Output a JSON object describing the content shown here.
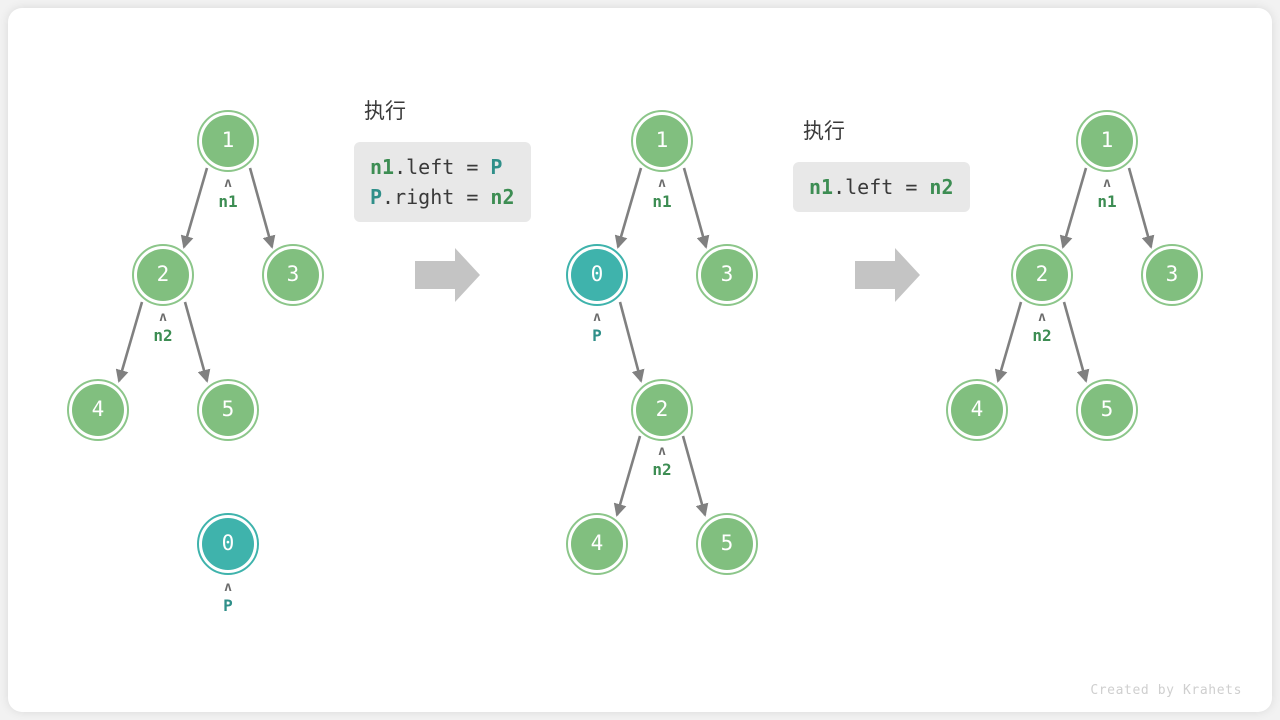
{
  "watermark": "Created by Krahets",
  "colors": {
    "node_green_fill": "#81bf7f",
    "node_green_ring": "#8cc68a",
    "node_teal_fill": "#3fb3ac",
    "label_green": "#3d8d53",
    "label_teal": "#2f8f89",
    "edge_gray": "#808080",
    "code_bg": "#e8e8e8",
    "block_arrow": "#c4c4c4",
    "card_bg": "#ffffff",
    "page_bg": "#f2f2f2"
  },
  "steps": [
    {
      "id": "step-1",
      "title": null,
      "code_lines": null,
      "nodes": [
        {
          "value": "1",
          "color": "green"
        },
        {
          "value": "2",
          "color": "green"
        },
        {
          "value": "3",
          "color": "green"
        },
        {
          "value": "4",
          "color": "green"
        },
        {
          "value": "5",
          "color": "green"
        },
        {
          "value": "0",
          "color": "teal"
        }
      ],
      "pointers": [
        {
          "caret": "ʌ",
          "name": "n1",
          "color": "green"
        },
        {
          "caret": "ʌ",
          "name": "n2",
          "color": "green"
        },
        {
          "caret": "ʌ",
          "name": "P",
          "color": "teal"
        }
      ]
    },
    {
      "id": "step-2",
      "title": "执行",
      "code_lines": [
        [
          {
            "t": "n1",
            "c": "green"
          },
          {
            "t": ".left = ",
            "c": "plain"
          },
          {
            "t": "P",
            "c": "teal"
          }
        ],
        [
          {
            "t": "P",
            "c": "teal"
          },
          {
            "t": ".right = ",
            "c": "plain"
          },
          {
            "t": "n2",
            "c": "green"
          }
        ]
      ],
      "nodes": [
        {
          "value": "1",
          "color": "green"
        },
        {
          "value": "0",
          "color": "teal"
        },
        {
          "value": "3",
          "color": "green"
        },
        {
          "value": "2",
          "color": "green"
        },
        {
          "value": "4",
          "color": "green"
        },
        {
          "value": "5",
          "color": "green"
        }
      ],
      "pointers": [
        {
          "caret": "ʌ",
          "name": "n1",
          "color": "green"
        },
        {
          "caret": "ʌ",
          "name": "P",
          "color": "teal"
        },
        {
          "caret": "ʌ",
          "name": "n2",
          "color": "green"
        }
      ]
    },
    {
      "id": "step-3",
      "title": "执行",
      "code_lines": [
        [
          {
            "t": "n1",
            "c": "green"
          },
          {
            "t": ".left = ",
            "c": "plain"
          },
          {
            "t": "n2",
            "c": "green"
          }
        ]
      ],
      "nodes": [
        {
          "value": "1",
          "color": "green"
        },
        {
          "value": "2",
          "color": "green"
        },
        {
          "value": "3",
          "color": "green"
        },
        {
          "value": "4",
          "color": "green"
        },
        {
          "value": "5",
          "color": "green"
        }
      ],
      "pointers": [
        {
          "caret": "ʌ",
          "name": "n1",
          "color": "green"
        },
        {
          "caret": "ʌ",
          "name": "n2",
          "color": "green"
        }
      ]
    }
  ],
  "tree1": {
    "n1_value": "1",
    "n2_value": "2",
    "n3_value": "3",
    "n4_value": "4",
    "n5_value": "5",
    "n0_value": "0",
    "ptr_n1": "n1",
    "ptr_n2": "n2",
    "ptr_p": "P",
    "caret": "ʌ"
  },
  "tree2": {
    "n1_value": "1",
    "n0_value": "0",
    "n3_value": "3",
    "n2_value": "2",
    "n4_value": "4",
    "n5_value": "5",
    "ptr_n1": "n1",
    "ptr_p": "P",
    "ptr_n2": "n2",
    "caret": "ʌ",
    "title": "执行"
  },
  "tree3": {
    "n1_value": "1",
    "n2_value": "2",
    "n3_value": "3",
    "n4_value": "4",
    "n5_value": "5",
    "ptr_n1": "n1",
    "ptr_n2": "n2",
    "caret": "ʌ",
    "title": "执行"
  },
  "code1": {
    "line1_a": "n1",
    "line1_b": ".left = ",
    "line1_c": "P",
    "line2_a": "P",
    "line2_b": ".right = ",
    "line2_c": "n2"
  },
  "code2": {
    "line1_a": "n1",
    "line1_b": ".left = ",
    "line1_c": "n2"
  }
}
